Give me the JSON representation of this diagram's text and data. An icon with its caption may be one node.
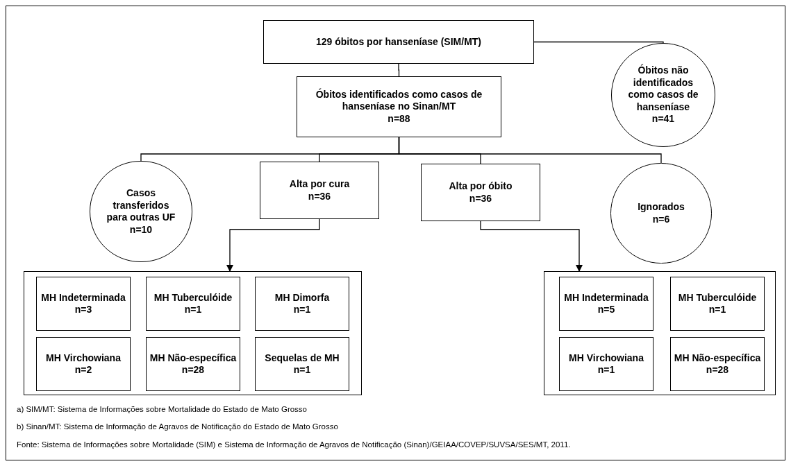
{
  "diagram": {
    "nodes": [
      {
        "text": [
          "129 óbitos por hanseníase (SIM/MT)"
        ]
      },
      {
        "text": [
          "Óbitos identificados como casos de hanseníase no Sinan/MT",
          "n=88"
        ]
      },
      {
        "text": [
          "Óbitos não identificados como casos de hanseníase",
          "n=41"
        ]
      },
      {
        "text": [
          "Casos transferidos para outras UF",
          "n=10"
        ]
      },
      {
        "text": [
          "Alta por cura",
          "n=36"
        ]
      },
      {
        "text": [
          "Alta por óbito",
          "n=36"
        ]
      },
      {
        "text": [
          "Ignorados",
          "n=6"
        ]
      },
      {
        "text": [],
        "shape": "box"
      },
      {
        "text": [
          "MH Indeterminada",
          "n=3"
        ],
        "in": 7
      },
      {
        "text": [
          "MH Tuberculóide",
          "n=1"
        ],
        "in": 7
      },
      {
        "text": [
          "MH Dimorfa",
          "n=1"
        ],
        "in": 7
      },
      {
        "text": [
          "MH Virchowiana",
          "n=2"
        ],
        "in": 7
      },
      {
        "text": [
          "MH Não-específica",
          "n=28"
        ],
        "in": 7
      },
      {
        "text": [
          "Sequelas de MH",
          "n=1"
        ],
        "in": 7
      },
      {
        "text": [],
        "shape": "box"
      },
      {
        "text": [
          "MH Indeterminada",
          "n=5"
        ],
        "in": 14
      },
      {
        "text": [
          "MH Tuberculóide",
          "n=1"
        ],
        "in": 14
      },
      {
        "text": [
          "MH Virchowiana",
          "n=1"
        ],
        "in": 14
      },
      {
        "text": [
          "MH Não-específica",
          "n=28"
        ],
        "in": 14
      }
    ],
    "edges": [
      {
        "from": 0,
        "to": 1,
        "arrow": "none"
      },
      {
        "from": 0,
        "to": 2,
        "arrow": "none"
      },
      {
        "from": 1,
        "to": 3,
        "arrow": "none"
      },
      {
        "from": 1,
        "to": 4,
        "arrow": "none"
      },
      {
        "from": 1,
        "to": 5,
        "arrow": "none"
      },
      {
        "from": 1,
        "to": 6,
        "arrow": "none"
      },
      {
        "from": 4,
        "to": 7,
        "arrow": "to"
      },
      {
        "from": 5,
        "to": 14,
        "arrow": "to"
      }
    ],
    "labels": [
      "a) SIM/MT: Sistema de Informações sobre Mortalidade do Estado de Mato Grosso",
      "b) Sinan/MT: Sistema de Informação de Agravos de Notificação do Estado de Mato Grosso",
      "Fonte: Sistema de Informações sobre Mortalidade (SIM) e Sistema de Informação de Agravos de Notificação (Sinan)/GEIAA/COVEP/SUVSA/SES/MT, 2011."
    ]
  }
}
